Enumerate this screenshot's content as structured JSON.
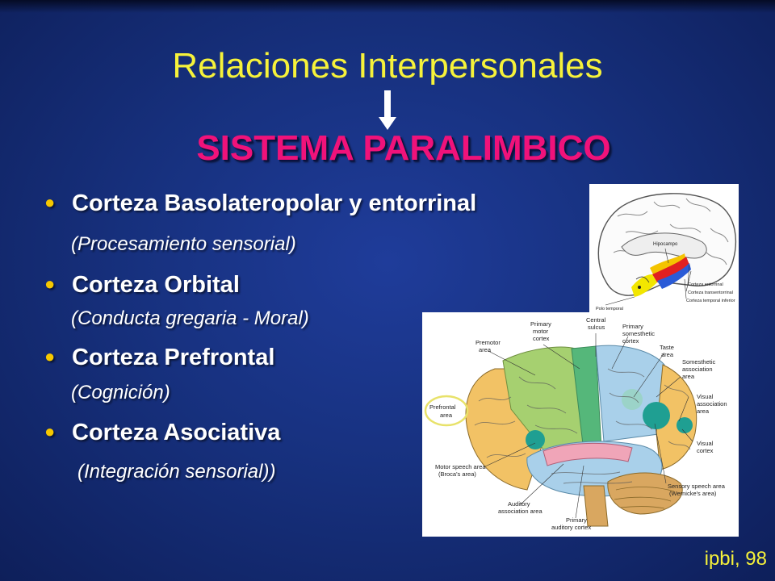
{
  "slide": {
    "title": "Relaciones Interpersonales",
    "subtitle": "SISTEMA PARALIMBICO",
    "credit": "ipbi, 98",
    "bullets": [
      {
        "label": "Corteza Basolateropolar y entorrinal",
        "desc": "(Procesamiento sensorial)"
      },
      {
        "label": "Corteza Orbital",
        "desc": "(Conducta gregaria - Moral)"
      },
      {
        "label": "Corteza Prefrontal",
        "desc": "(Cognición)"
      },
      {
        "label": "Corteza Asociativa",
        "desc": "(Integración sensorial))"
      }
    ],
    "colors": {
      "title": "#f6f23a",
      "subtitle": "#f0127a",
      "bullet_dot": "#f6c800",
      "text": "#ffffff"
    }
  },
  "medial_brain_labels": {
    "hippocampus": "Hipocampo",
    "entorhinal": "Corteza entorrinal",
    "transentorhinal": "Corteza transentorrinal",
    "inferior_temporal": "Corteza temporal inferior",
    "temporal_pole": "Polo temporal"
  },
  "lateral_brain_labels": {
    "premotor_1": "Premotor",
    "premotor_2": "area",
    "primary_motor_1": "Primary",
    "primary_motor_2": "motor",
    "primary_motor_3": "cortex",
    "central_1": "Central",
    "central_2": "sulcus",
    "somesthetic_1": "Primary",
    "somesthetic_2": "somesthetic",
    "somesthetic_3": "cortex",
    "taste_1": "Taste",
    "taste_2": "area",
    "somesthetic_assoc_1": "Somesthetic",
    "somesthetic_assoc_2": "association",
    "somesthetic_assoc_3": "area",
    "prefrontal_1": "Prefrontal",
    "prefrontal_2": "area",
    "visual_assoc_1": "Visual",
    "visual_assoc_2": "association",
    "visual_assoc_3": "area",
    "visual_cortex_1": "Visual",
    "visual_cortex_2": "cortex",
    "motor_speech_1": "Motor speech area",
    "motor_speech_2": "(Broca's area)",
    "sensory_speech_1": "Sensory speech area",
    "sensory_speech_2": "(Wernicke's area)",
    "auditory_assoc_1": "Auditory",
    "auditory_assoc_2": "association area",
    "primary_auditory_1": "Primary",
    "primary_auditory_2": "auditory cortex"
  }
}
